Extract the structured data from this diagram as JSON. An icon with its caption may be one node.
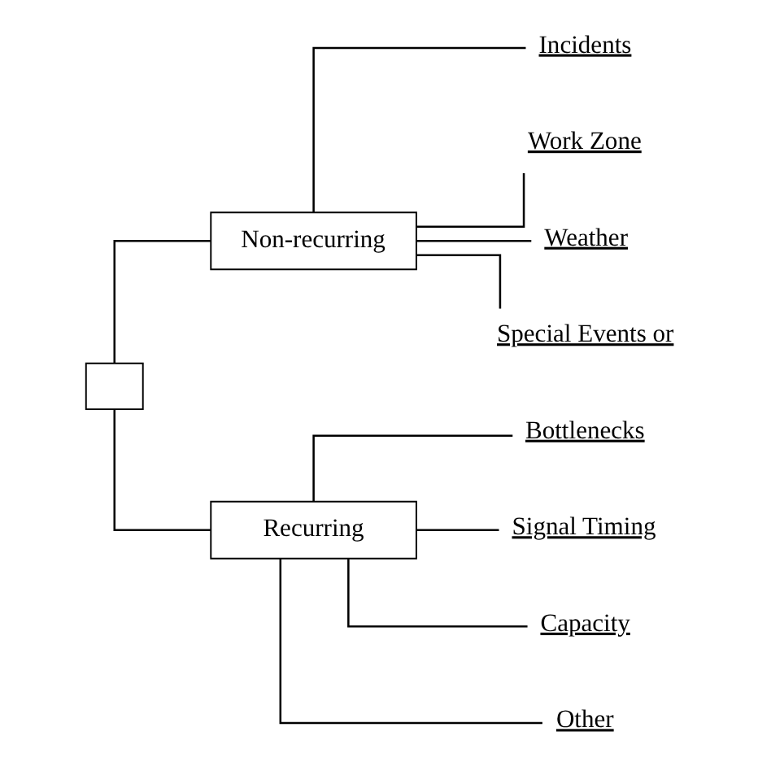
{
  "diagram": {
    "nodes": [
      {
        "text": [],
        "shape": "box"
      },
      {
        "text": [
          "Non-recurring"
        ]
      },
      {
        "text": [
          "Incidents"
        ]
      },
      {
        "text": [
          "Work Zone"
        ]
      },
      {
        "text": [
          "Weather"
        ]
      },
      {
        "text": [
          "Special Events or"
        ]
      },
      {
        "text": [
          "Recurring"
        ]
      },
      {
        "text": [
          "Bottlenecks"
        ]
      },
      {
        "text": [
          "Signal Timing"
        ]
      },
      {
        "text": [
          "Capacity"
        ]
      },
      {
        "text": [
          "Other"
        ]
      }
    ],
    "edges": [
      {
        "from": 0,
        "to": 1,
        "arrow": "none"
      },
      {
        "from": 0,
        "to": 6,
        "arrow": "none"
      },
      {
        "from": 1,
        "to": 2,
        "arrow": "none"
      },
      {
        "from": 1,
        "to": 3,
        "arrow": "none"
      },
      {
        "from": 1,
        "to": 4,
        "arrow": "none"
      },
      {
        "from": 1,
        "to": 5,
        "arrow": "none"
      },
      {
        "from": 6,
        "to": 7,
        "arrow": "none"
      },
      {
        "from": 6,
        "to": 8,
        "arrow": "none"
      },
      {
        "from": 6,
        "to": 9,
        "arrow": "none"
      },
      {
        "from": 6,
        "to": 10,
        "arrow": "none"
      }
    ]
  }
}
